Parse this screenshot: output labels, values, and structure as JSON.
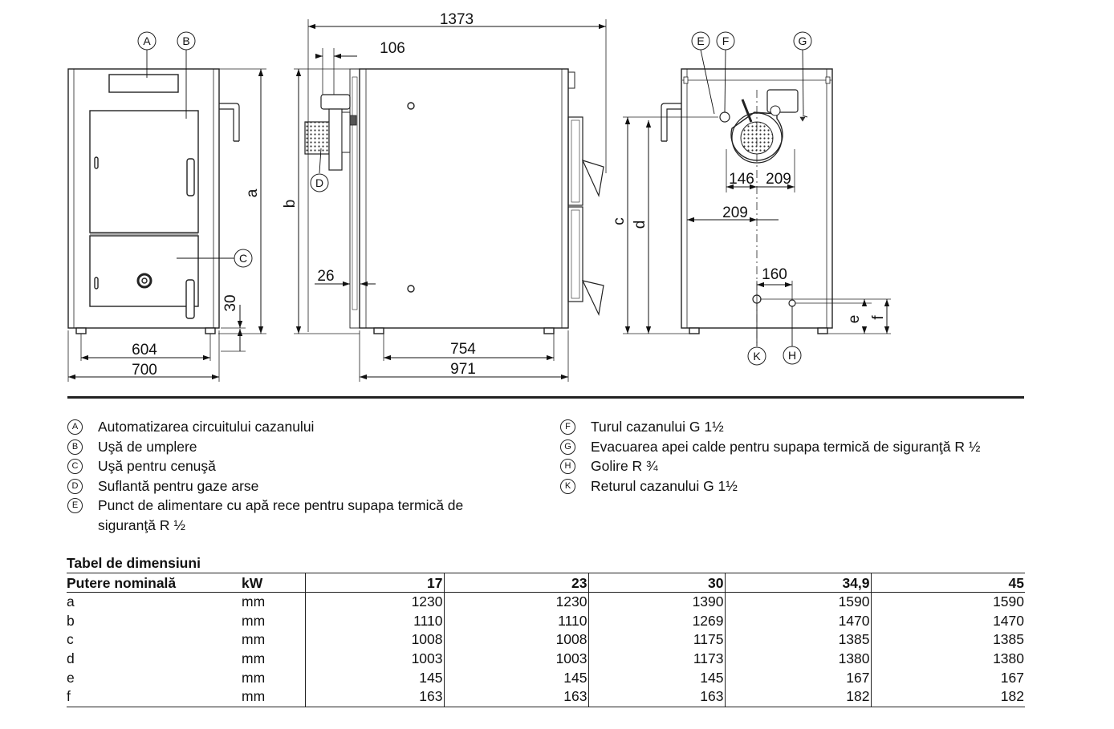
{
  "diagram": {
    "dims": {
      "d1373": "1373",
      "d106": "106",
      "d604": "604",
      "d700": "700",
      "d754": "754",
      "d971": "971",
      "d26": "26",
      "d30": "30",
      "d146": "146",
      "d209a": "209",
      "d209b": "209",
      "d160": "160",
      "a": "a",
      "b": "b",
      "c": "c",
      "d": "d",
      "e": "e",
      "f": "f"
    },
    "callouts": {
      "A": "A",
      "B": "B",
      "C": "C",
      "D": "D",
      "E": "E",
      "F": "F",
      "G": "G",
      "H": "H",
      "K": "K"
    }
  },
  "legend": {
    "left": [
      {
        "key": "A",
        "text": "Automatizarea circuitului cazanului"
      },
      {
        "key": "B",
        "text": "Uşă de umplere"
      },
      {
        "key": "C",
        "text": "Uşă pentru cenuşă"
      },
      {
        "key": "D",
        "text": "Suflantă pentru gaze arse"
      },
      {
        "key": "E",
        "text": "Punct de alimentare cu apă rece pentru supapa termică de siguranţă R ½"
      }
    ],
    "right": [
      {
        "key": "F",
        "text": "Turul cazanului G 1½"
      },
      {
        "key": "G",
        "text": "Evacuarea apei calde pentru supapa termică de siguranţă R ½"
      },
      {
        "key": "H",
        "text": "Golire R ¾"
      },
      {
        "key": "K",
        "text": "Returul cazanului G 1½"
      }
    ]
  },
  "table": {
    "title": "Tabel de dimensiuni",
    "header": {
      "label": "Putere nominală",
      "unit": "kW",
      "values": [
        "17",
        "23",
        "30",
        "34,9",
        "45"
      ]
    },
    "rows": [
      {
        "label": "a",
        "unit": "mm",
        "values": [
          "1230",
          "1230",
          "1390",
          "1590",
          "1590"
        ]
      },
      {
        "label": "b",
        "unit": "mm",
        "values": [
          "1110",
          "1110",
          "1269",
          "1470",
          "1470"
        ]
      },
      {
        "label": "c",
        "unit": "mm",
        "values": [
          "1008",
          "1008",
          "1175",
          "1385",
          "1385"
        ]
      },
      {
        "label": "d",
        "unit": "mm",
        "values": [
          "1003",
          "1003",
          "1173",
          "1380",
          "1380"
        ]
      },
      {
        "label": "e",
        "unit": "mm",
        "values": [
          "145",
          "145",
          "145",
          "167",
          "167"
        ]
      },
      {
        "label": "f",
        "unit": "mm",
        "values": [
          "163",
          "163",
          "163",
          "182",
          "182"
        ]
      }
    ]
  }
}
